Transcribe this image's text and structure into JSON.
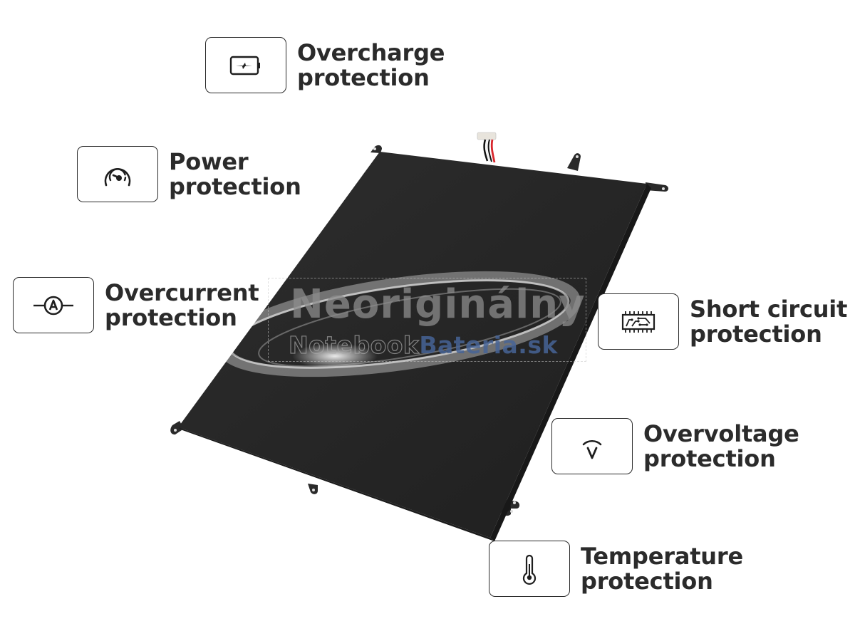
{
  "product": {
    "type": "laptop-battery",
    "body_color": "#262626",
    "connector_wire_colors": [
      "#111111",
      "#ffffff",
      "#d8262c"
    ]
  },
  "watermark": {
    "main_text": "Neoriginálny",
    "brand_part1": "Notebook",
    "brand_part2": "Bateria.sk",
    "brand_accent_color": "#46649a"
  },
  "features": [
    {
      "id": "overcharge",
      "icon": "battery-bolt-icon",
      "line1": "Overcharge",
      "line2": "protection"
    },
    {
      "id": "power",
      "icon": "gauge-icon",
      "line1": "Power",
      "line2": "protection"
    },
    {
      "id": "overcurrent",
      "icon": "ammeter-icon",
      "line1": "Overcurrent",
      "line2": "protection"
    },
    {
      "id": "short-circuit",
      "icon": "circuit-chip-icon",
      "line1": "Short circuit",
      "line2": "protection"
    },
    {
      "id": "overvoltage",
      "icon": "voltage-icon",
      "line1": "Overvoltage",
      "line2": "protection"
    },
    {
      "id": "temperature",
      "icon": "thermometer-icon",
      "line1": "Temperature",
      "line2": "protection"
    }
  ],
  "colors": {
    "text": "#2b2b2b",
    "icon_border": "#2a2a2a",
    "background": "#ffffff"
  }
}
